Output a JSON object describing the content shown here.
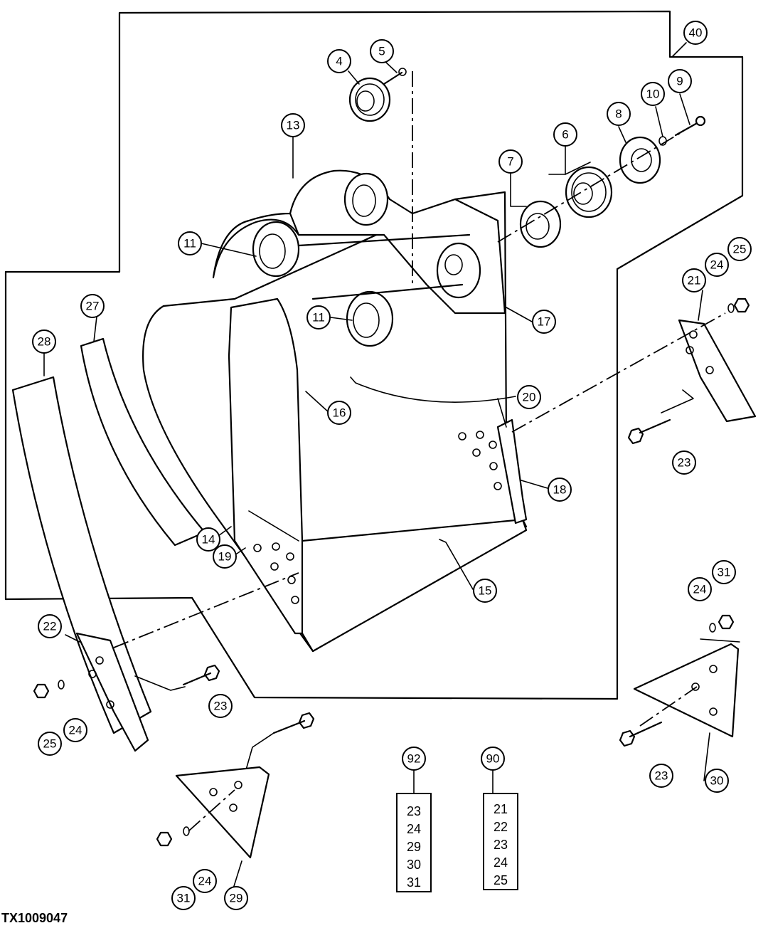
{
  "figure_id": "TX1009047",
  "callouts": [
    "4",
    "5",
    "6",
    "7",
    "8",
    "9",
    "10",
    "11",
    "11",
    "13",
    "14",
    "15",
    "16",
    "17",
    "18",
    "19",
    "20",
    "21",
    "22",
    "23",
    "23",
    "23",
    "23",
    "24",
    "24",
    "24",
    "24",
    "25",
    "25",
    "27",
    "28",
    "29",
    "30",
    "31",
    "31",
    "40"
  ],
  "kits": [
    {
      "label": "92",
      "items": [
        "23",
        "24",
        "29",
        "30",
        "31"
      ]
    },
    {
      "label": "90",
      "items": [
        "21",
        "22",
        "23",
        "24",
        "25"
      ]
    }
  ]
}
